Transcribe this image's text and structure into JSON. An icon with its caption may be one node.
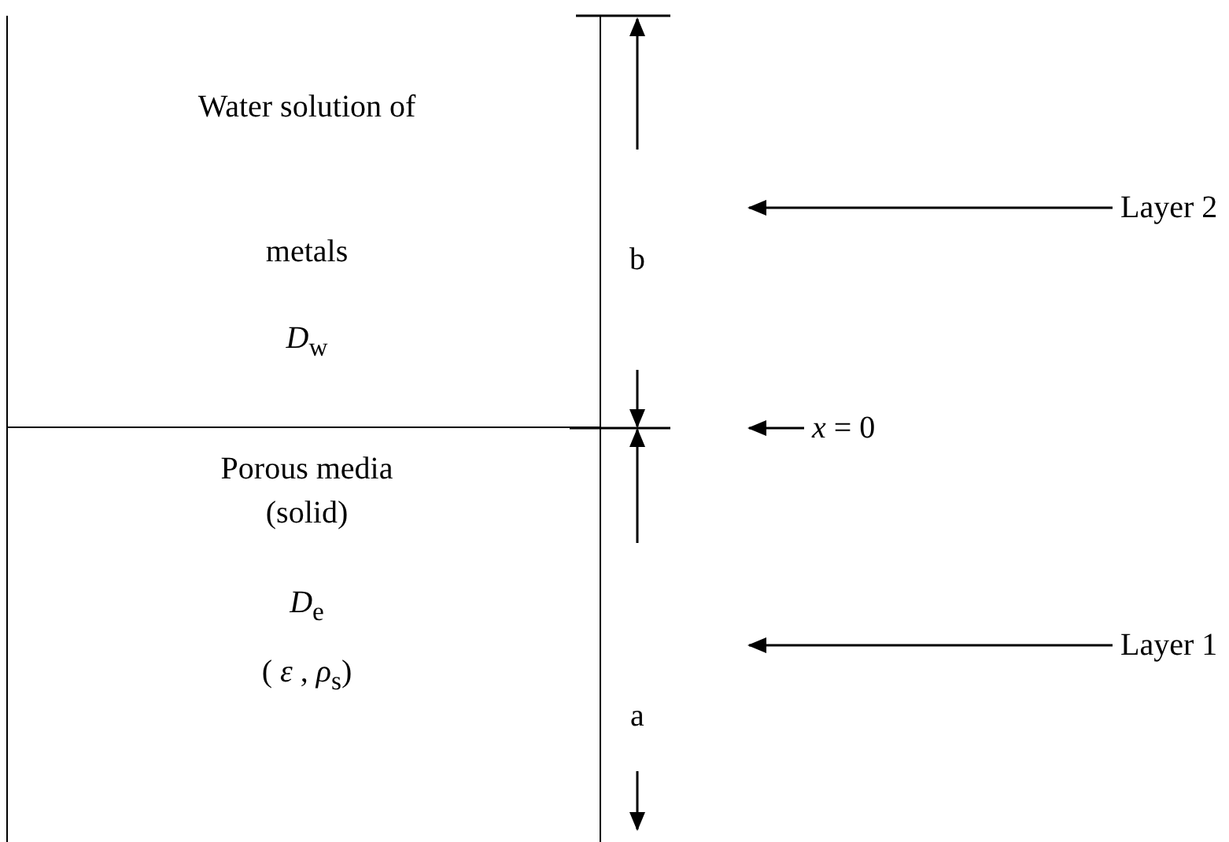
{
  "diagram": {
    "nodes": [
      {
        "text": [
          "Water solution of metals",
          "*D*$_{w}$"
        ]
      },
      {
        "text": [
          "Porous media (solid)",
          "*D*$_{e}$",
          "( *ε* , *ρ*$_{s}$)"
        ]
      },
      {
        "text": [
          "Layer 2"
        ]
      },
      {
        "text": [
          "*x* = 0"
        ]
      },
      {
        "text": [
          "Layer 1"
        ]
      }
    ],
    "edges": [
      {
        "from": 2,
        "to": null,
        "arrow": "to"
      },
      {
        "from": 3,
        "to": null,
        "arrow": "to"
      },
      {
        "from": 4,
        "to": null,
        "arrow": "to"
      }
    ],
    "labels": [
      "b",
      "a"
    ]
  }
}
